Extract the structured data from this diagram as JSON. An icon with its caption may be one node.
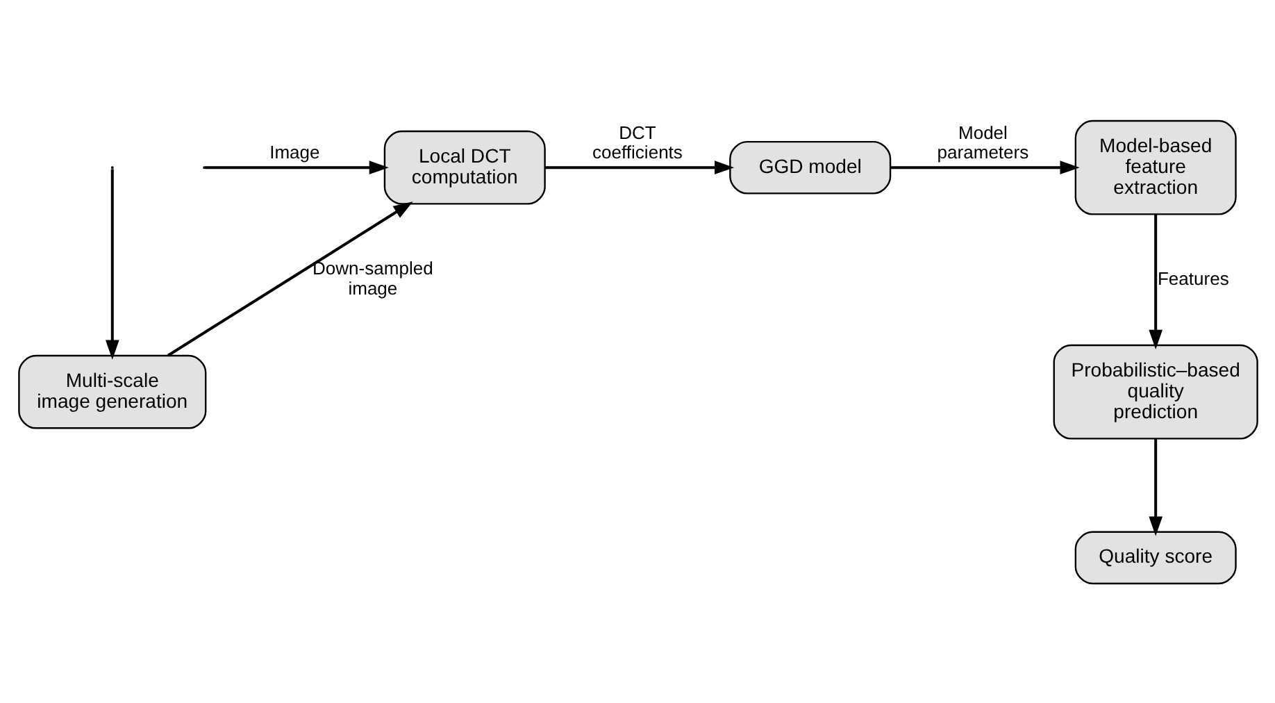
{
  "diagram": {
    "nodes": [
      {
        "text": [
          "Local DCT computation"
        ]
      },
      {
        "text": [
          "GGD model"
        ]
      },
      {
        "text": [
          "Model-based feature extraction"
        ]
      },
      {
        "text": [
          "Multi-scale image generation"
        ]
      },
      {
        "text": [
          "Probabilistic–based quality prediction"
        ]
      },
      {
        "text": [
          "Quality score"
        ]
      }
    ],
    "edges": [
      {
        "from": null,
        "to": 0,
        "arrow": "to",
        "label": "Image"
      },
      {
        "from": null,
        "to": 3,
        "arrow": "to"
      },
      {
        "from": 3,
        "to": 0,
        "arrow": "to",
        "label": "Down-sampled image"
      },
      {
        "from": 0,
        "to": 1,
        "arrow": "to",
        "label": "DCT coefficients"
      },
      {
        "from": 1,
        "to": 2,
        "arrow": "to",
        "label": "Model parameters"
      },
      {
        "from": 2,
        "to": 4,
        "arrow": "to",
        "label": "Features"
      },
      {
        "from": 4,
        "to": 5,
        "arrow": "to"
      }
    ]
  }
}
